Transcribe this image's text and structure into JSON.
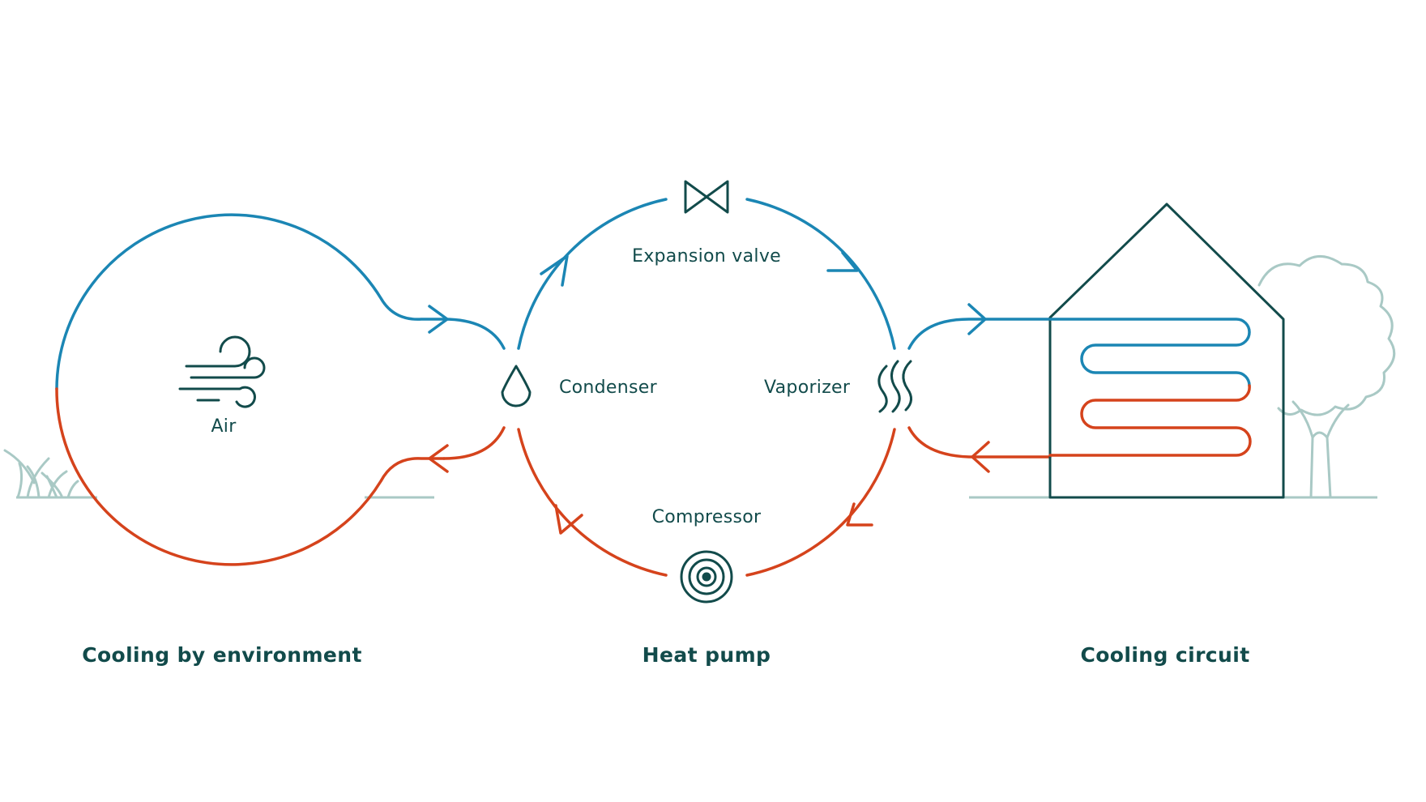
{
  "colors": {
    "cold": "#1b86b4",
    "warm": "#d5431c",
    "ink": "#124b4b",
    "landscape": "#a9c9c5"
  },
  "icons": [
    "air-wind-icon",
    "water-drop-icon",
    "valve-icon",
    "heat-waves-icon",
    "compressor-icon",
    "house-icon",
    "tree-icon",
    "grass-icon"
  ],
  "labels": {
    "air": "Air",
    "condenser": "Condenser",
    "vaporizer": "Vaporizer",
    "expansion_valve": "Expansion valve",
    "compressor": "Compressor"
  },
  "sections": {
    "environment": "Cooling by environment",
    "heat_pump": "Heat pump",
    "cooling_circuit": "Cooling circuit"
  }
}
